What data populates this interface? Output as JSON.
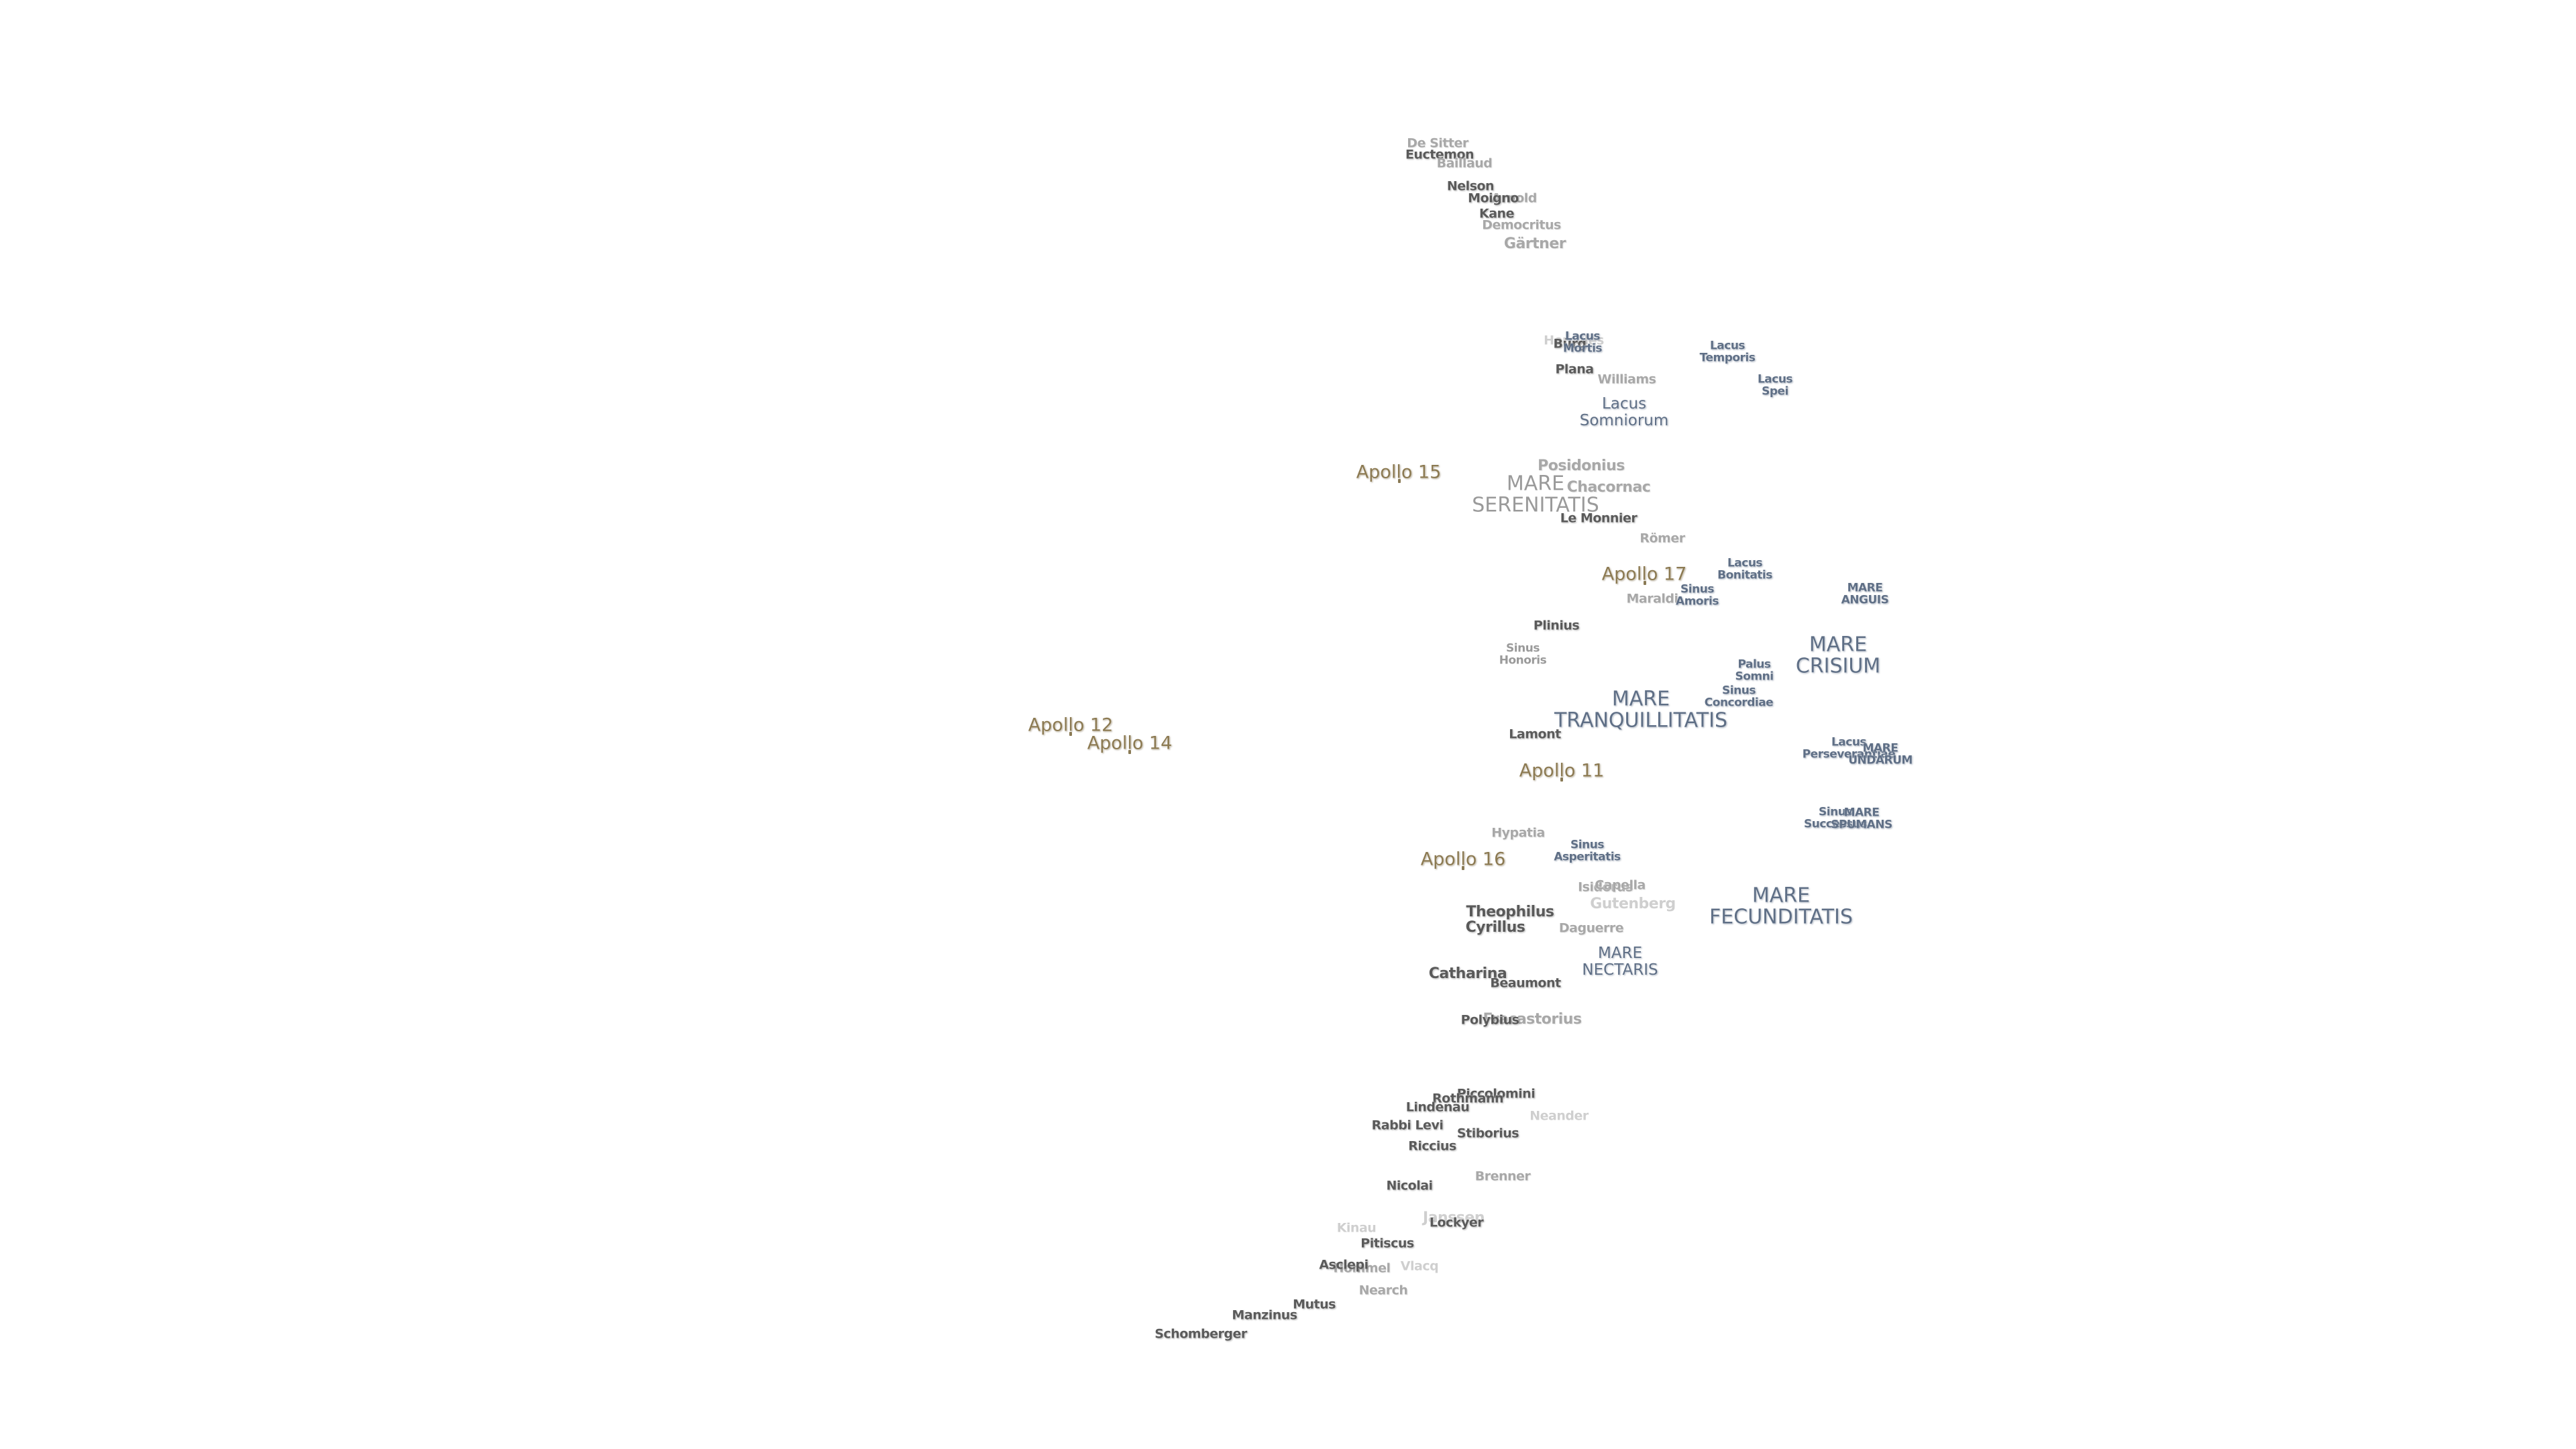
{
  "map": {
    "apollo_sites": [
      {
        "name": "Apollo 15"
      },
      {
        "name": "Apollo 17"
      },
      {
        "name": "Apollo 12"
      },
      {
        "name": "Apollo 14"
      },
      {
        "name": "Apollo 11"
      },
      {
        "name": "Apollo 16"
      }
    ],
    "maria": [
      {
        "name": "MARE\nSERENITATIS"
      },
      {
        "name": "MARE\nTRANQUILLITATIS"
      },
      {
        "name": "MARE\nCRISIUM"
      },
      {
        "name": "MARE\nFECUNDITATIS"
      },
      {
        "name": "MARE\nNECTARIS"
      },
      {
        "name": "MARE\nANGUIS"
      },
      {
        "name": "MARE\nUNDARUM"
      },
      {
        "name": "MARE\nSPUMANS"
      },
      {
        "name": "Lacus\nSomniorum"
      },
      {
        "name": "Lacus\nTemporis"
      },
      {
        "name": "Lacus\nSpei"
      },
      {
        "name": "Lacus\nMortis"
      },
      {
        "name": "Lacus\nBonitatis"
      },
      {
        "name": "Lacus\nPerseverantiae"
      },
      {
        "name": "Sinus\nAmoris"
      },
      {
        "name": "Sinus\nHonoris"
      },
      {
        "name": "Sinus\nConcordiae"
      },
      {
        "name": "Sinus\nAsperitatis"
      },
      {
        "name": "Sinus\nSuccessus"
      },
      {
        "name": "Palus\nSomni"
      }
    ],
    "craters": [
      {
        "name": "De Sitter"
      },
      {
        "name": "Euctemon"
      },
      {
        "name": "Baillaud"
      },
      {
        "name": "Nelson"
      },
      {
        "name": "Moigno"
      },
      {
        "name": "Arnold"
      },
      {
        "name": "Kane"
      },
      {
        "name": "Democritus"
      },
      {
        "name": "Gärtner"
      },
      {
        "name": "Bürg"
      },
      {
        "name": "Hercules"
      },
      {
        "name": "Plana"
      },
      {
        "name": "Williams"
      },
      {
        "name": "Posidonius"
      },
      {
        "name": "Chacornac"
      },
      {
        "name": "Le Monnier"
      },
      {
        "name": "Römer"
      },
      {
        "name": "Maraldi"
      },
      {
        "name": "Plinius"
      },
      {
        "name": "Lamont"
      },
      {
        "name": "Hypatia"
      },
      {
        "name": "Isidorus"
      },
      {
        "name": "Capella"
      },
      {
        "name": "Gutenberg"
      },
      {
        "name": "Theophilus"
      },
      {
        "name": "Cyrillus"
      },
      {
        "name": "Daguerre"
      },
      {
        "name": "Catharina"
      },
      {
        "name": "Beaumont"
      },
      {
        "name": "Polybius"
      },
      {
        "name": "Fracastorius"
      },
      {
        "name": "Piccolomini"
      },
      {
        "name": "Rothmann"
      },
      {
        "name": "Lindenau"
      },
      {
        "name": "Rabbi Levi"
      },
      {
        "name": "Stiborius"
      },
      {
        "name": "Riccius"
      },
      {
        "name": "Neander"
      },
      {
        "name": "Nicolai"
      },
      {
        "name": "Brenner"
      },
      {
        "name": "Janssen"
      },
      {
        "name": "Lockyer"
      },
      {
        "name": "Hommel"
      },
      {
        "name": "Kinau"
      },
      {
        "name": "Pitiscus"
      },
      {
        "name": "Vlacq"
      },
      {
        "name": "Asclepi"
      },
      {
        "name": "Nearch"
      },
      {
        "name": "Mutus"
      },
      {
        "name": "Manzinus"
      },
      {
        "name": "Schomberger"
      }
    ]
  }
}
